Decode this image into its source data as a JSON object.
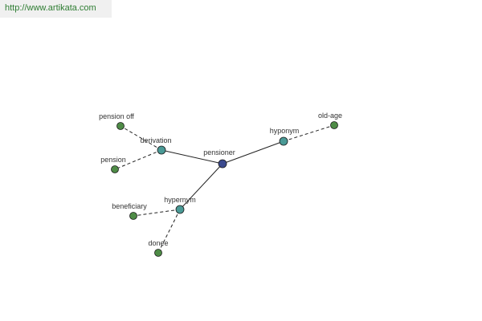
{
  "source": {
    "url": "http://www.artikata.com"
  },
  "colors": {
    "center": "#3b4a8e",
    "relation": "#4a9a96",
    "leaf": "#4e8b46",
    "edge": "#222222"
  },
  "graph": {
    "nodes": [
      {
        "id": "pensioner",
        "label": "pensioner",
        "kind": "center"
      },
      {
        "id": "derivation",
        "label": "derivation",
        "kind": "relation"
      },
      {
        "id": "hyponym",
        "label": "hyponym",
        "kind": "relation"
      },
      {
        "id": "hypernym",
        "label": "hypernym",
        "kind": "relation"
      },
      {
        "id": "pension_off",
        "label": "pension off",
        "kind": "leaf"
      },
      {
        "id": "pension",
        "label": "pension",
        "kind": "leaf"
      },
      {
        "id": "old_age",
        "label": "old-age",
        "kind": "leaf"
      },
      {
        "id": "beneficiary",
        "label": "beneficiary",
        "kind": "leaf"
      },
      {
        "id": "donee",
        "label": "donee",
        "kind": "leaf"
      }
    ],
    "edges": [
      {
        "from": "pensioner",
        "to": "derivation",
        "style": "solid"
      },
      {
        "from": "pensioner",
        "to": "hyponym",
        "style": "solid"
      },
      {
        "from": "pensioner",
        "to": "hypernym",
        "style": "solid"
      },
      {
        "from": "derivation",
        "to": "pension_off",
        "style": "dashed"
      },
      {
        "from": "derivation",
        "to": "pension",
        "style": "dashed"
      },
      {
        "from": "hyponym",
        "to": "old_age",
        "style": "dashed"
      },
      {
        "from": "hypernym",
        "to": "beneficiary",
        "style": "dashed"
      },
      {
        "from": "hypernym",
        "to": "donee",
        "style": "dashed"
      }
    ]
  }
}
